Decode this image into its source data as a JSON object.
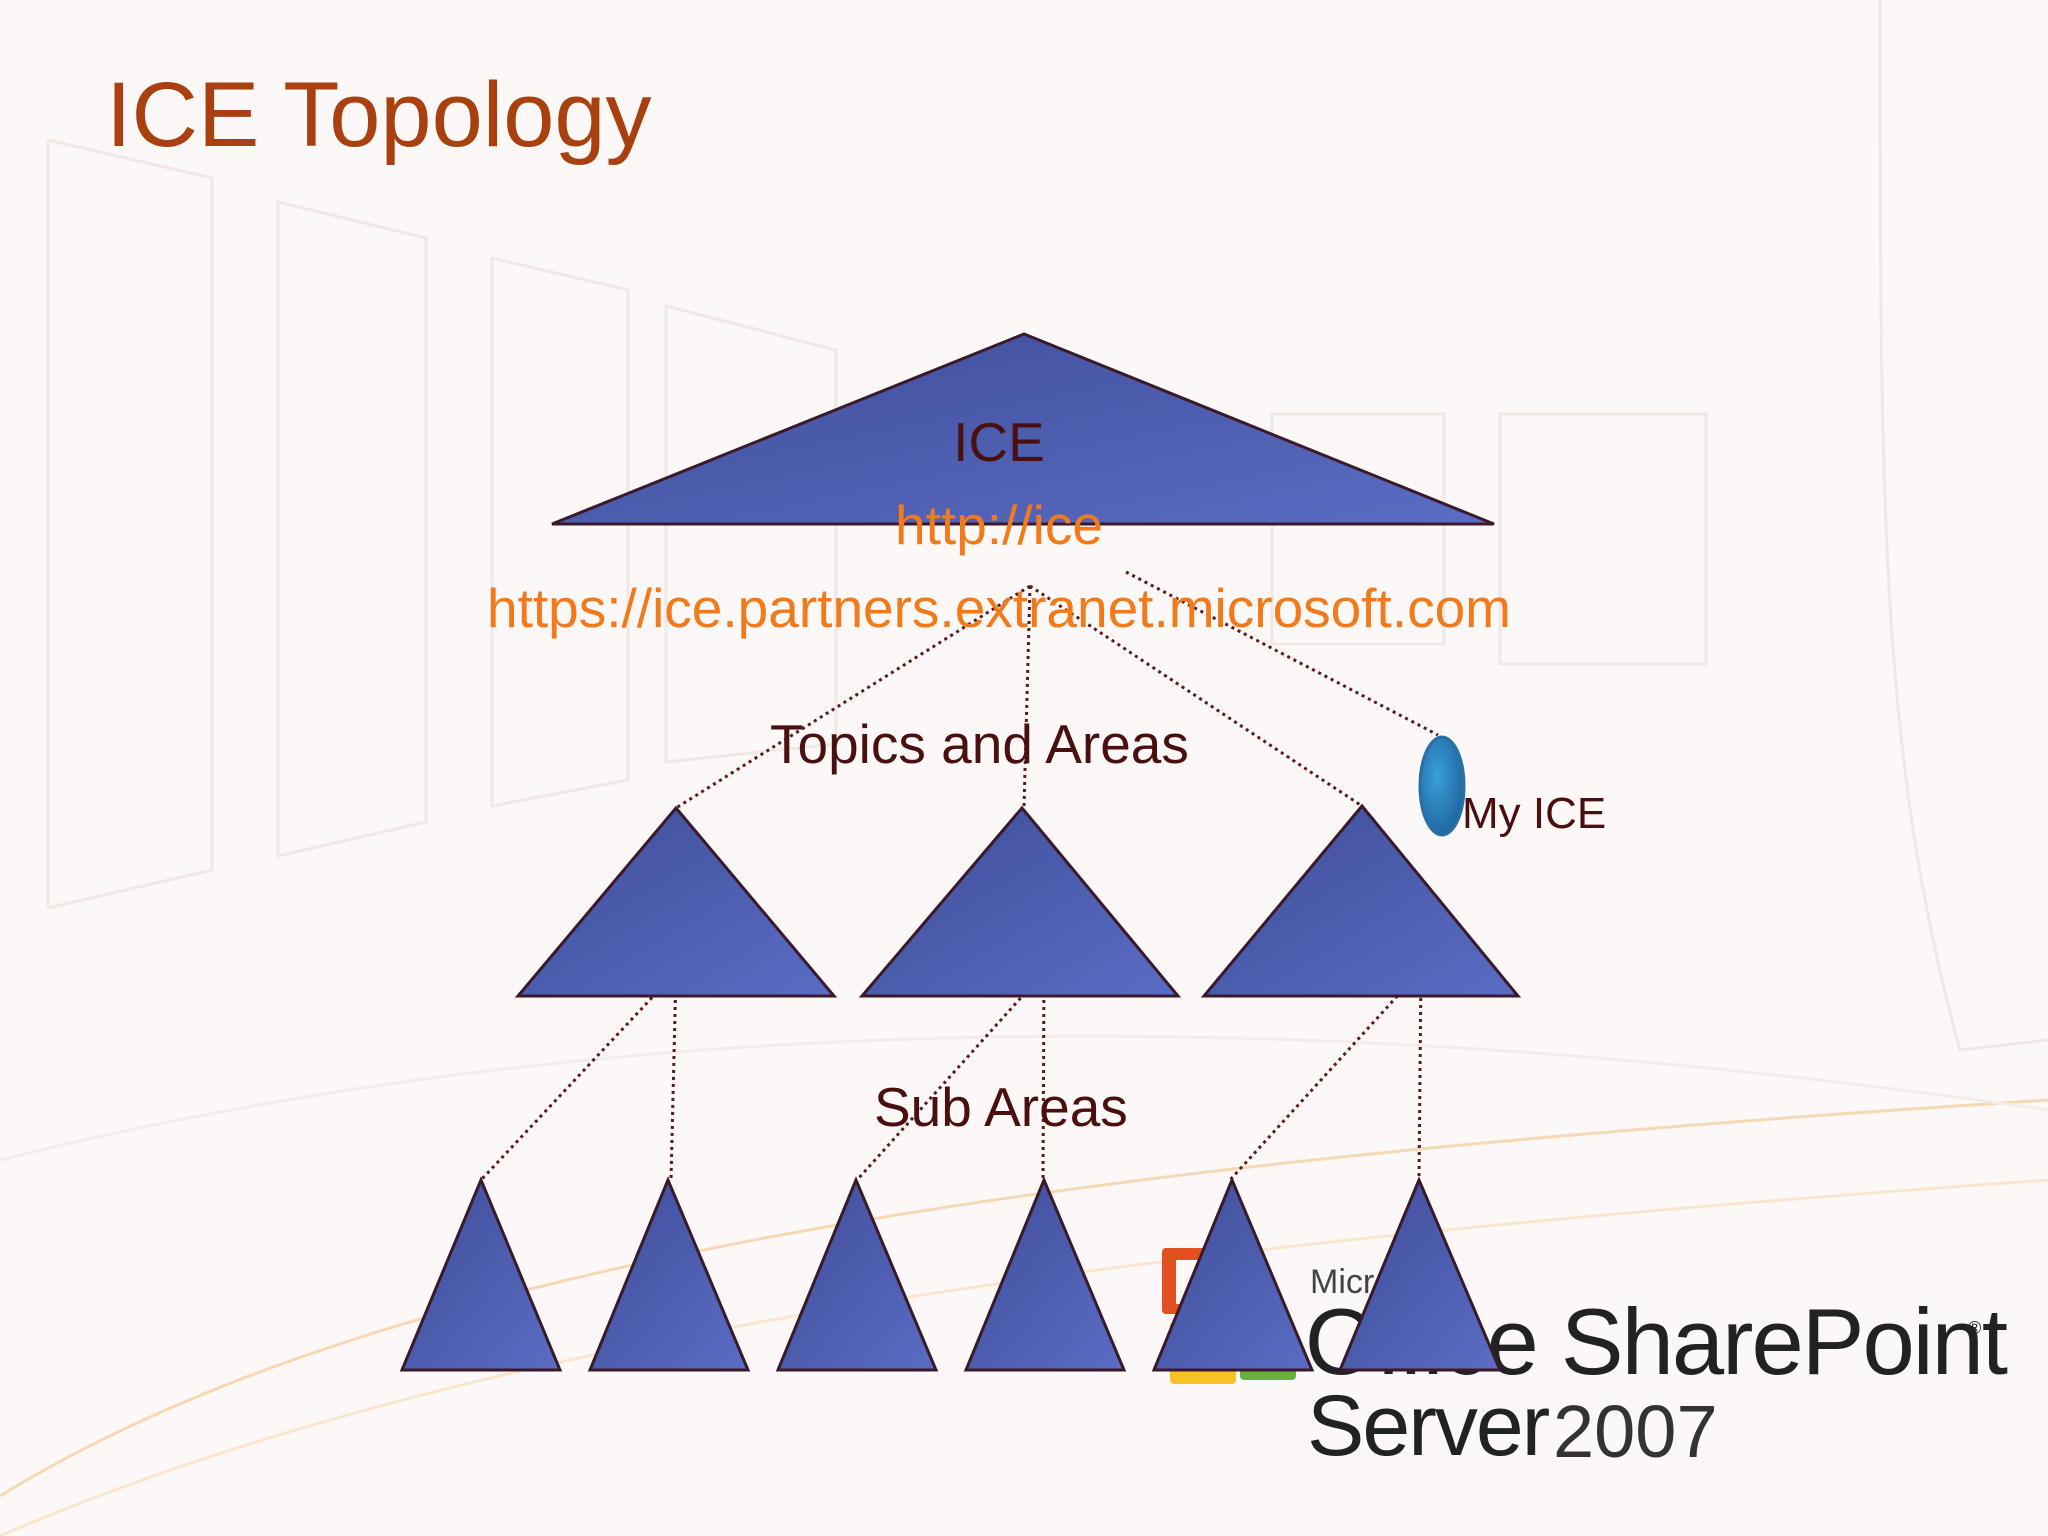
{
  "slide": {
    "title": "ICE Topology"
  },
  "diagram": {
    "root_label": "ICE",
    "root_url_internal": "http://ice",
    "root_url_extranet": "https://ice.partners.extranet.microsoft.com",
    "level1_label": "Topics and Areas",
    "level2_label": "Sub Areas",
    "side_node_label": "My ICE"
  },
  "logo": {
    "company": "Microsoft",
    "product_line1": "Office SharePoint",
    "product_server": "Server",
    "product_year": "2007",
    "registered_mark": "®"
  },
  "colors": {
    "title": "#a8410f",
    "dark_text": "#4a1010",
    "url_orange": "#f27a1a",
    "triangle_fill": "#5766b3",
    "triangle_stroke": "#3a1a2a",
    "connector": "#5a1a1a",
    "side_node": "#2a7fb5"
  }
}
